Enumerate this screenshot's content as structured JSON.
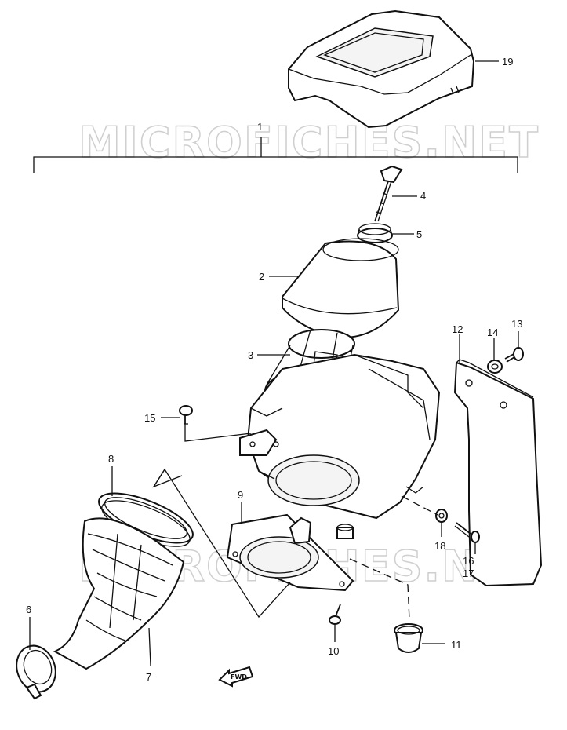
{
  "watermark": "MICROFICHES.NET",
  "fwd_label": "FWD",
  "callouts": {
    "c1": "1",
    "c2": "2",
    "c3": "3",
    "c4": "4",
    "c5": "5",
    "c6": "6",
    "c7": "7",
    "c8": "8",
    "c9": "9",
    "c10": "10",
    "c11": "11",
    "c12": "12",
    "c13": "13",
    "c14": "14",
    "c15": "15",
    "c16": "16",
    "c17": "17",
    "c18": "18",
    "c19": "19"
  }
}
